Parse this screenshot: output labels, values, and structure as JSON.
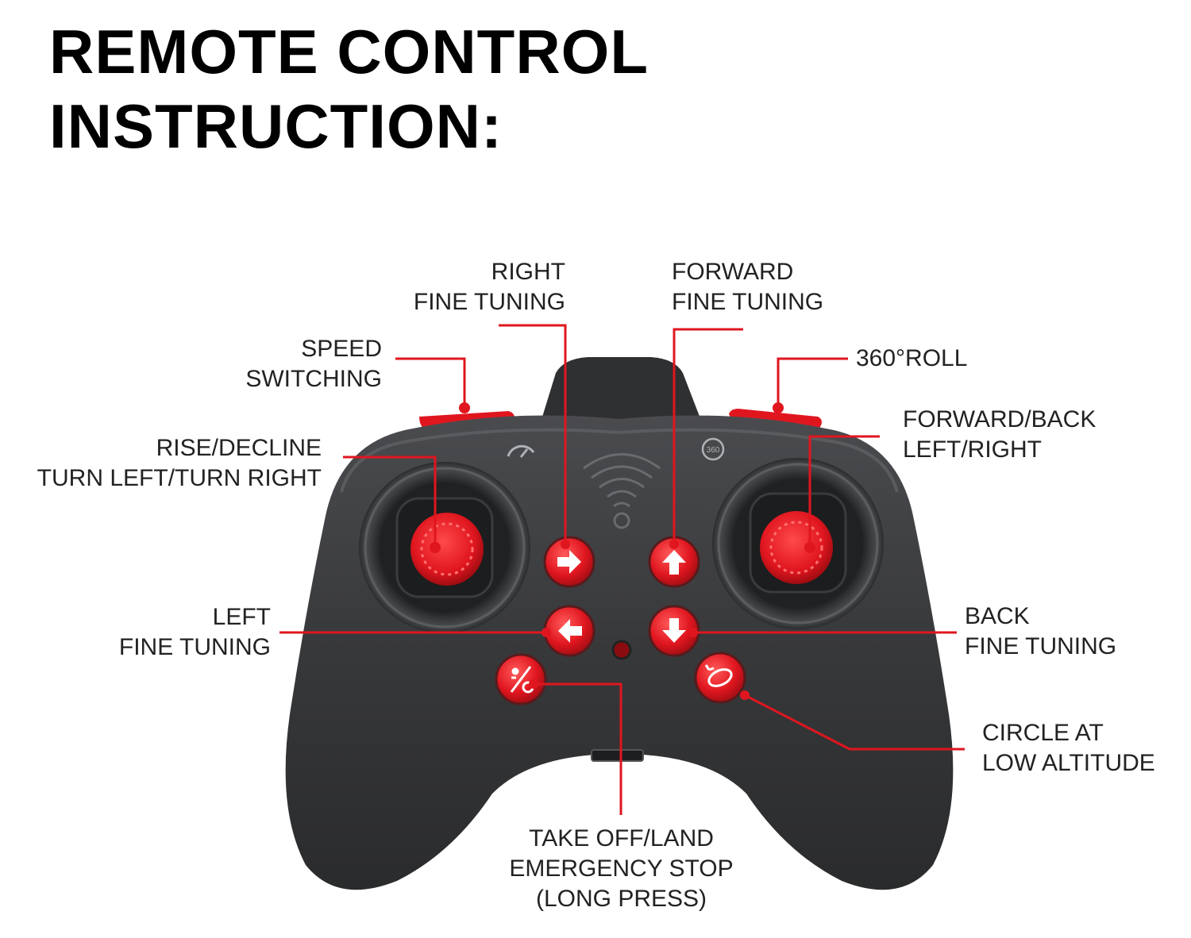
{
  "title": {
    "line1": "REMOTE CONTROL",
    "line2": "INSTRUCTION:"
  },
  "colors": {
    "accent": "#e0161f",
    "body": "#3a3b3d",
    "body_dark": "#232425",
    "text": "#222222"
  },
  "labels": {
    "right_fine_tuning": [
      "RIGHT",
      "FINE TUNING"
    ],
    "forward_fine_tuning": [
      "FORWARD",
      "FINE TUNING"
    ],
    "speed_switching": [
      "SPEED",
      "SWITCHING"
    ],
    "roll_360": [
      "360°ROLL"
    ],
    "rise_decline": [
      "RISE/DECLINE",
      "TURN LEFT/TURN RIGHT"
    ],
    "forward_back": [
      "FORWARD/BACK",
      "LEFT/RIGHT"
    ],
    "left_fine_tuning": [
      "LEFT",
      "FINE TUNING"
    ],
    "back_fine_tuning": [
      "BACK",
      "FINE TUNING"
    ],
    "circle_low_altitude": [
      "CIRCLE AT",
      "LOW ALTITUDE"
    ],
    "take_off_land": [
      "TAKE OFF/LAND",
      "EMERGENCY STOP",
      "(LONG PRESS)"
    ]
  },
  "icons": {
    "right_button": "arrow-right-icon",
    "forward_button": "arrow-up-icon",
    "left_button": "arrow-left-icon",
    "back_button": "arrow-down-icon",
    "takeoff_button": "takeoff-land-icon",
    "circle_button": "circle-rotate-icon",
    "speed_indicator": "speedometer-icon",
    "roll_indicator": "roll-360-icon",
    "signal": "wifi-signal-icon"
  }
}
